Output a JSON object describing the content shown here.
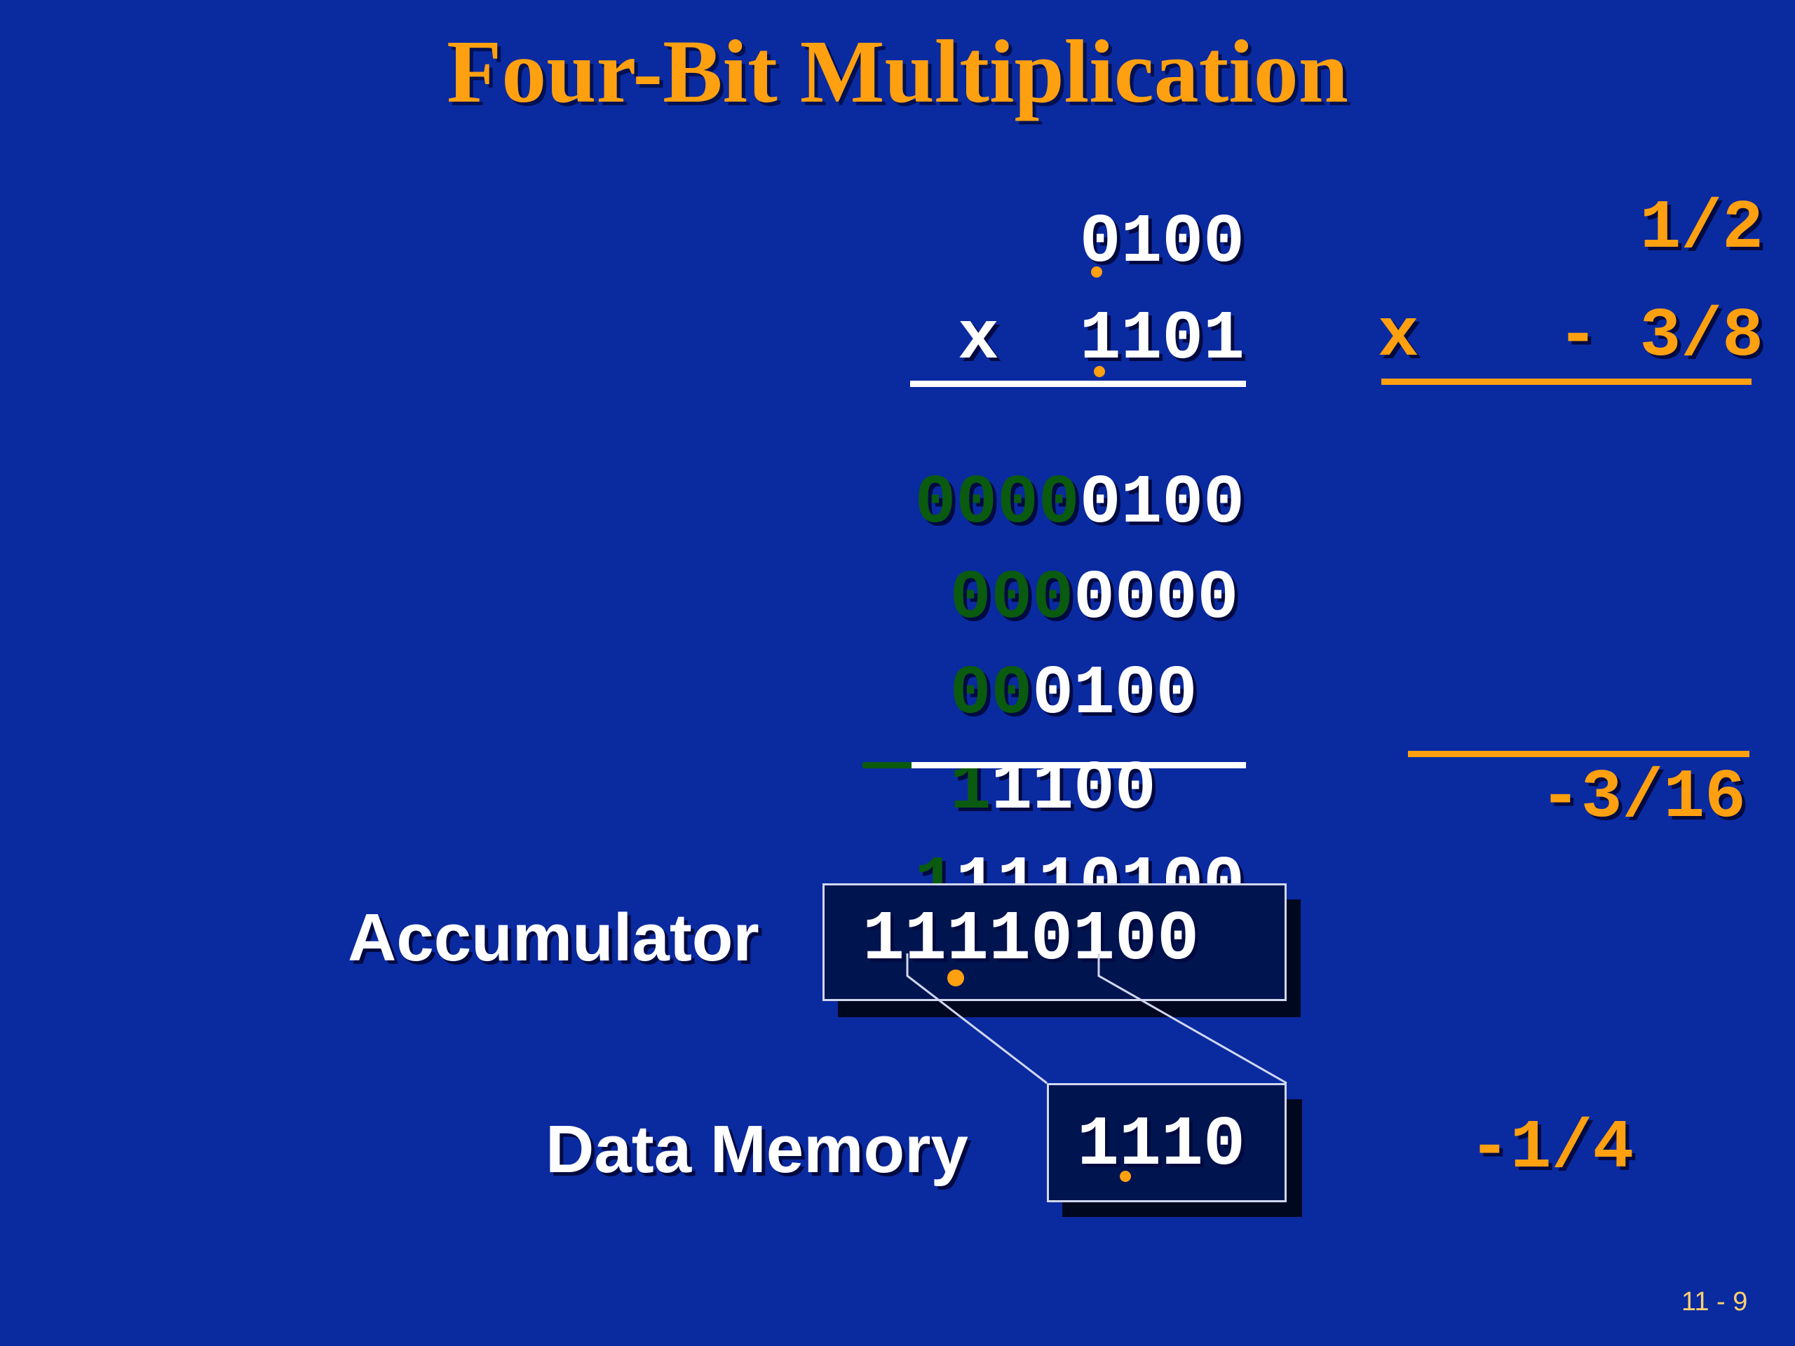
{
  "slide": {
    "title": "Four-Bit Multiplication",
    "page_number": "11 - 9"
  },
  "multiplication": {
    "multiplicand": "0100",
    "multiplier_sign": "x",
    "multiplier": "1101",
    "partial_products": [
      {
        "extension": "0000",
        "bits": "0100"
      },
      {
        "extension": "000",
        "bits": "0000"
      },
      {
        "extension": "00",
        "bits": "0100"
      },
      {
        "extension": "1",
        "bits": "1100"
      }
    ],
    "result": {
      "extension": "1",
      "bits": "1110100"
    }
  },
  "fractions": {
    "multiplicand": "1/2",
    "operator": "x",
    "multiplier": "- 3/8",
    "product": "-3/16",
    "stored": "-1/4"
  },
  "accumulator": {
    "label": "Accumulator",
    "value": "11110100"
  },
  "data_memory": {
    "label": "Data Memory",
    "value": "1110"
  },
  "colors": {
    "background": "#0a2aa0",
    "accent": "#ffa010",
    "sign_extension": "#0a5a10",
    "text": "#ffffff"
  }
}
